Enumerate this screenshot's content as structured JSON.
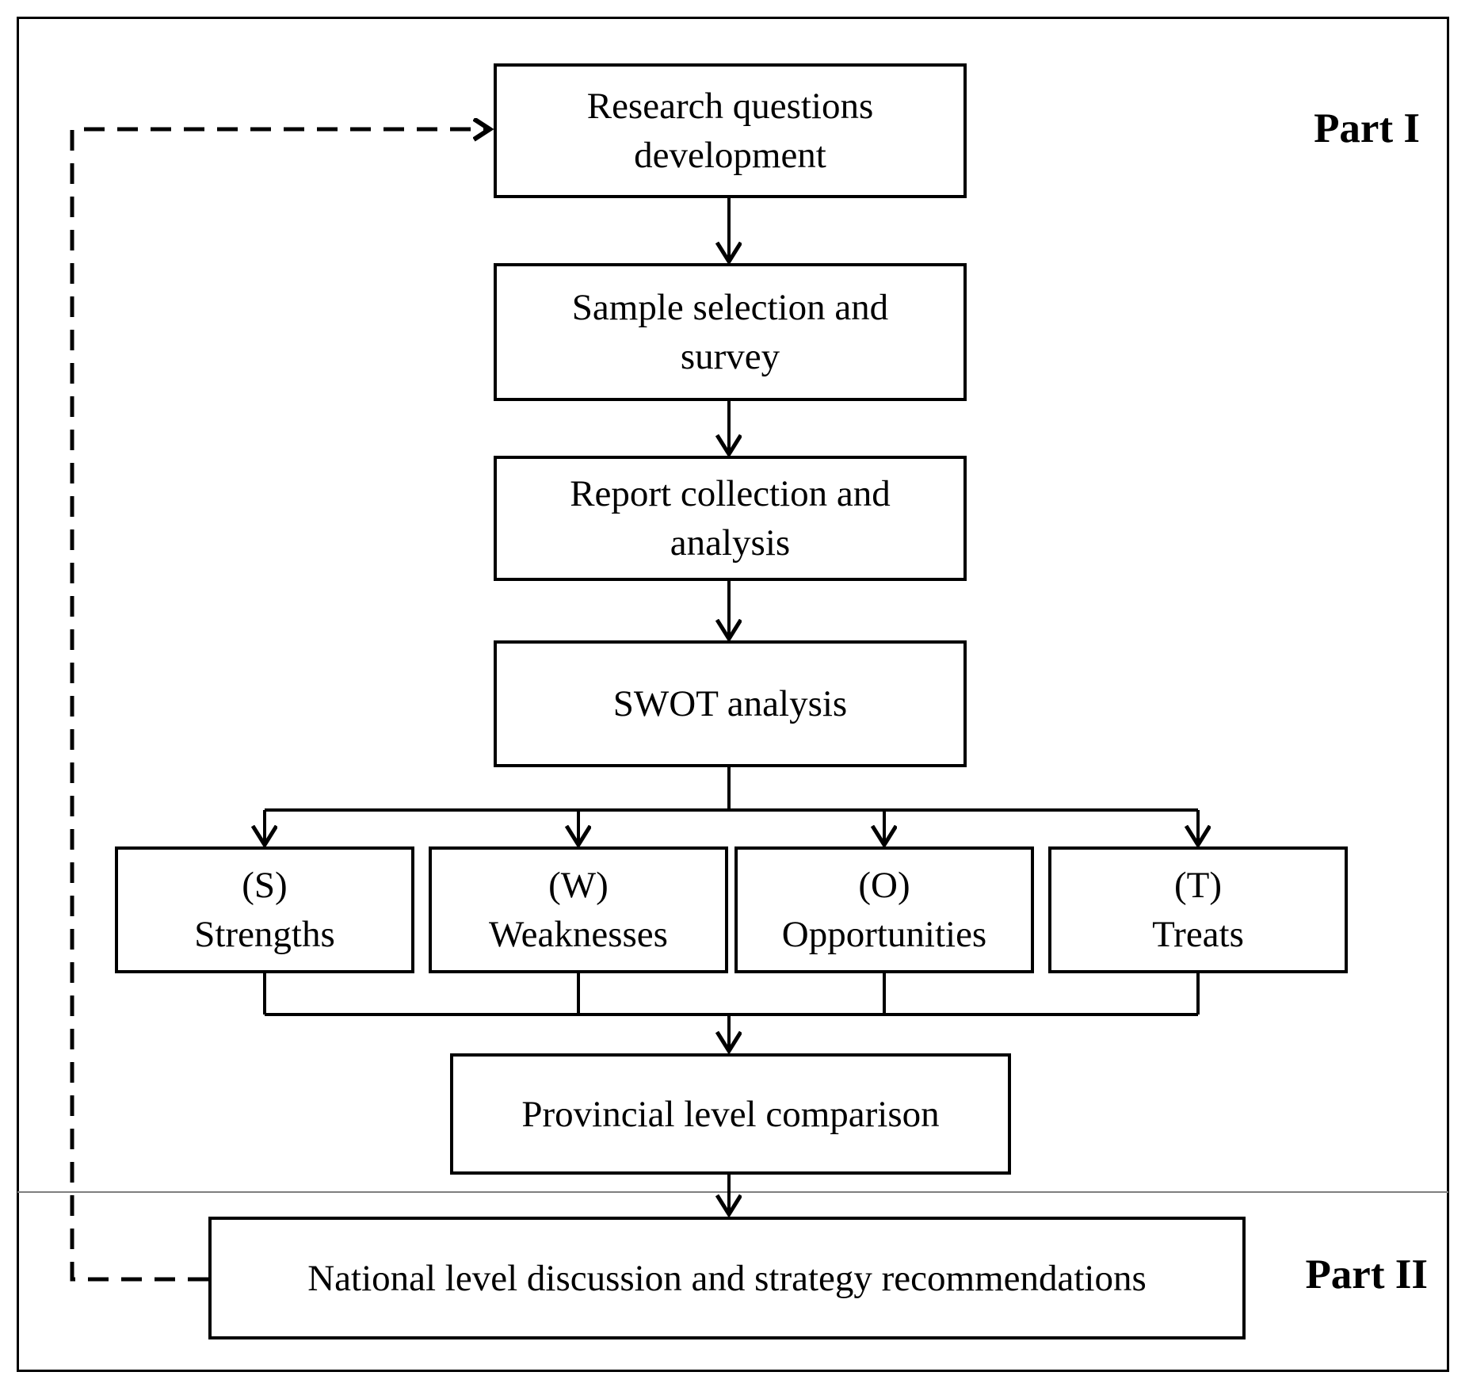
{
  "parts": {
    "part1": "Part I",
    "part2": "Part II"
  },
  "nodes": {
    "research": "Research questions\ndevelopment",
    "sample": "Sample selection and\nsurvey",
    "report": "Report collection and\nanalysis",
    "swot": "SWOT analysis",
    "strengths": "(S)\nStrengths",
    "weaknesses": "(W)\nWeaknesses",
    "opportunities": "(O)\nOpportunities",
    "threats": "(T)\nTreats",
    "provincial": "Provincial level comparison",
    "national": "National level discussion and strategy recommendations"
  },
  "colors": {
    "line": "#000000",
    "divider": "#808080",
    "background": "#ffffff"
  }
}
